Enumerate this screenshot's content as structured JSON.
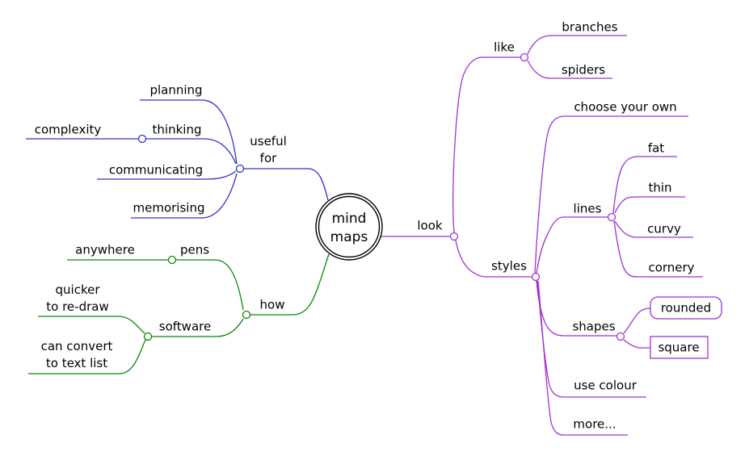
{
  "colors": {
    "background": "#ffffff",
    "center": "#000000",
    "text": "#000000",
    "useful_for": "#3030cc",
    "how": "#0b870b",
    "look": "#a032d2"
  },
  "map": {
    "root": {
      "label": "mind\nmaps"
    },
    "useful_for": {
      "label": "useful\nfor",
      "children": {
        "planning": {
          "label": "planning"
        },
        "thinking": {
          "label": "thinking",
          "children": {
            "complexity": {
              "label": "complexity"
            }
          }
        },
        "communicating": {
          "label": "communicating"
        },
        "memorising": {
          "label": "memorising"
        }
      }
    },
    "how": {
      "label": "how",
      "children": {
        "pens": {
          "label": "pens",
          "children": {
            "anywhere": {
              "label": "anywhere"
            }
          }
        },
        "software": {
          "label": "software",
          "children": {
            "quicker": {
              "label": "quicker\nto re-draw"
            },
            "convert": {
              "label": "can convert\nto text list"
            }
          }
        }
      }
    },
    "look": {
      "label": "look",
      "children": {
        "like": {
          "label": "like",
          "children": {
            "branches": {
              "label": "branches"
            },
            "spiders": {
              "label": "spiders"
            }
          }
        },
        "styles": {
          "label": "styles",
          "children": {
            "choose": {
              "label": "choose your own"
            },
            "lines": {
              "label": "lines",
              "children": {
                "fat": {
                  "label": "fat"
                },
                "thin": {
                  "label": "thin"
                },
                "curvy": {
                  "label": "curvy"
                },
                "cornery": {
                  "label": "cornery"
                }
              }
            },
            "shapes": {
              "label": "shapes",
              "children": {
                "rounded": {
                  "label": "rounded",
                  "shape": "rounded-box"
                },
                "square": {
                  "label": "square",
                  "shape": "square-box"
                }
              }
            },
            "use_colour": {
              "label": "use colour"
            },
            "more": {
              "label": "more..."
            }
          }
        }
      }
    }
  }
}
